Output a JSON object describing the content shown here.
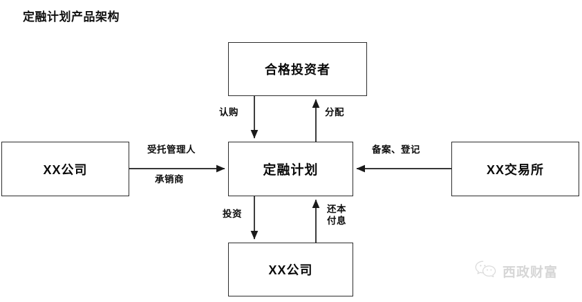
{
  "diagram": {
    "title": "定融计划产品架构",
    "type": "flow-diagram",
    "nodes": [
      {
        "id": "investor",
        "label": "合格投资者"
      },
      {
        "id": "plan",
        "label": "定融计划"
      },
      {
        "id": "company_left",
        "label": "XX公司"
      },
      {
        "id": "exchange",
        "label": "XX交易所"
      },
      {
        "id": "company_bottom",
        "label": "XX公司"
      }
    ],
    "edges": [
      {
        "id": "subscribe",
        "label": "认购",
        "from": "investor",
        "to": "plan",
        "direction": "down"
      },
      {
        "id": "distribute",
        "label": "分配",
        "from": "plan",
        "to": "investor",
        "direction": "up"
      },
      {
        "id": "invest",
        "label": "投资",
        "from": "plan",
        "to": "company_bottom",
        "direction": "down"
      },
      {
        "id": "repay",
        "label": "还本\n付息",
        "from": "company_bottom",
        "to": "plan",
        "direction": "up"
      },
      {
        "id": "trustee",
        "label": "受托管理人",
        "from": "company_left",
        "to": "plan",
        "direction": "right"
      },
      {
        "id": "underwriter",
        "label": "承销商",
        "from": "company_left",
        "to": "plan",
        "direction": "right"
      },
      {
        "id": "filing",
        "label": "备案、登记",
        "from": "exchange",
        "to": "plan",
        "direction": "left"
      }
    ]
  },
  "watermark": {
    "text": "西政财富",
    "icon": "wechat-icon",
    "color": "#d2d2d2"
  },
  "colors": {
    "background": "#ffffff",
    "stroke": "#1a1a1a",
    "box_border": "#2b2b2b",
    "text": "#0a0a0a"
  }
}
